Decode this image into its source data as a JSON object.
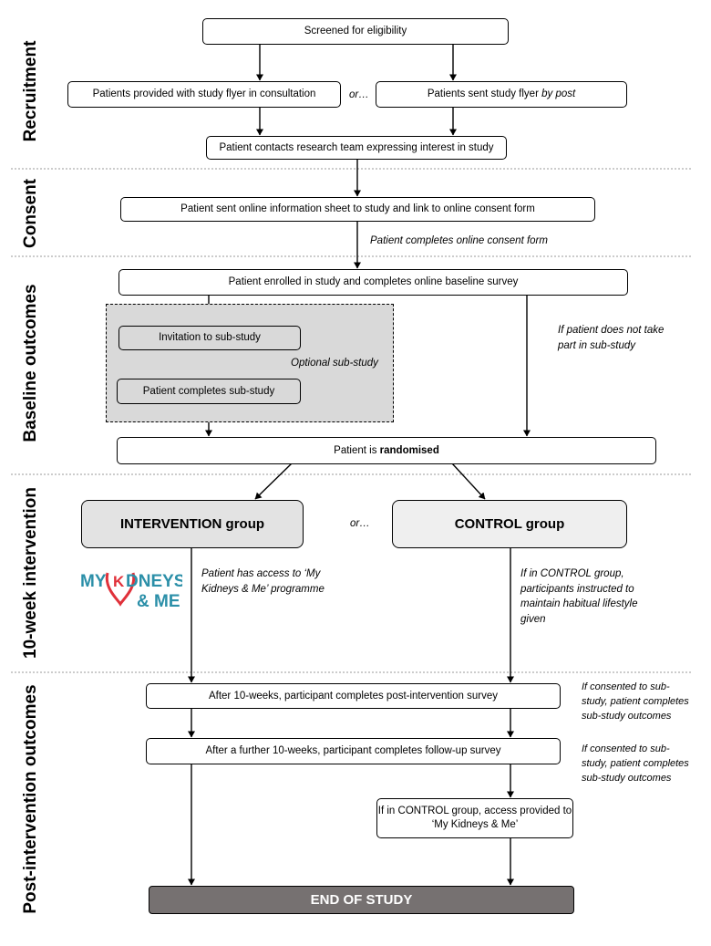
{
  "stages": {
    "recruitment": "Recruitment",
    "consent": "Consent",
    "baseline": "Baseline outcomes",
    "intervention": "10-week intervention",
    "post": "Post-intervention outcomes"
  },
  "boxes": {
    "screened": "Screened for eligibility",
    "flyer_consult": "Patients provided with study flyer in consultation",
    "flyer_post_pre": "Patients sent study flyer ",
    "flyer_post_em": "by post",
    "contacts": "Patient contacts  research team expressing interest in study",
    "info_sheet": "Patient sent online information sheet to study and link to online consent form",
    "enrolled": "Patient enrolled in study and completes online baseline survey",
    "invitation": "Invitation to sub-study",
    "completes_sub": "Patient completes sub-study",
    "randomised_pre": "Patient is ",
    "randomised_bold": "randomised",
    "intervention_group": "INTERVENTION group",
    "control_group": "CONTROL group",
    "after_10": "After 10-weeks, participant completes post-intervention survey",
    "after_further": "After a further 10-weeks, participant completes follow-up survey",
    "control_access": "If in CONTROL group, access provided to ‘My Kidneys & Me’",
    "end": "END OF STUDY"
  },
  "notes": {
    "or1": "or…",
    "or2": "or…",
    "consent_form": "Patient completes online consent form",
    "optional": "Optional sub-study",
    "not_take_part": "If patient does not take part in sub-study",
    "access_programme": "Patient has access to ‘My Kidneys & Me’ programme",
    "control_lifestyle": "If in CONTROL group, participants instructed to maintain habitual lifestyle given",
    "consented_1": "If consented to sub-study, patient completes sub-study outcomes",
    "consented_2": "If consented to sub-study, patient completes sub-study outcomes"
  },
  "logo": {
    "my": "MY",
    "k": "K",
    "dneys": "DNEYS",
    "me": "& ME",
    "blue": "#2b8fa8",
    "red": "#e0313a"
  }
}
